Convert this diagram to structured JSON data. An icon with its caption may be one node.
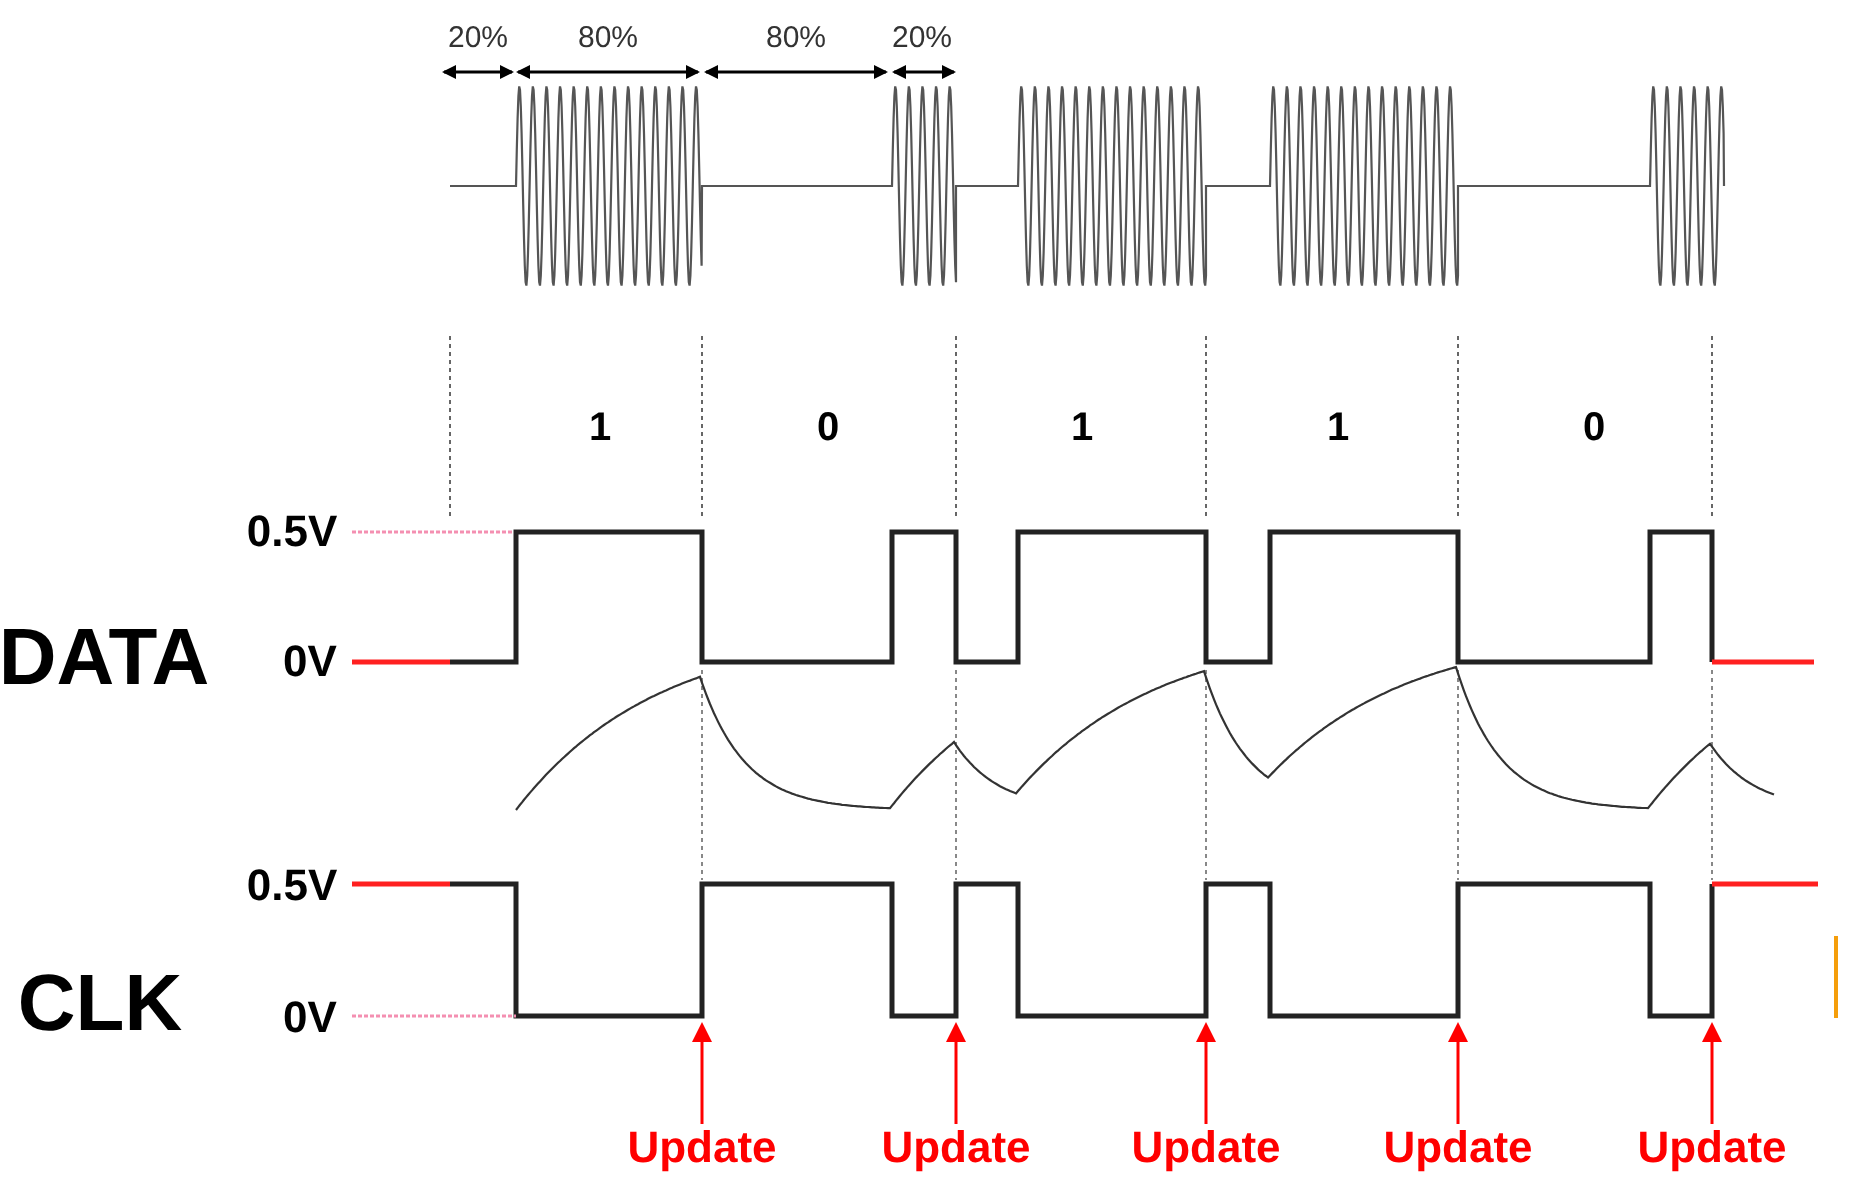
{
  "diagram": {
    "nodes": [
      {
        "text": [
          "Update"
        ]
      },
      {
        "text": [
          "Update"
        ]
      },
      {
        "text": [
          "Update"
        ]
      },
      {
        "text": [
          "Update"
        ]
      },
      {
        "text": [
          "Update"
        ]
      },
      {
        "text": [],
        "shape": "waveform"
      }
    ],
    "edges": [
      {
        "from": 0,
        "to": 5,
        "arrow": "to"
      },
      {
        "from": 1,
        "to": 5,
        "arrow": "to"
      },
      {
        "from": 2,
        "to": 5,
        "arrow": "to"
      },
      {
        "from": 3,
        "to": 5,
        "arrow": "to"
      },
      {
        "from": 4,
        "to": 5,
        "arrow": "to"
      }
    ],
    "labels": [
      "20%",
      "80%",
      "80%",
      "20%",
      "1",
      "0",
      "1",
      "1",
      "0",
      "0.5V",
      "DATA",
      "0V",
      "0.5V",
      "CLK",
      "0V"
    ]
  }
}
